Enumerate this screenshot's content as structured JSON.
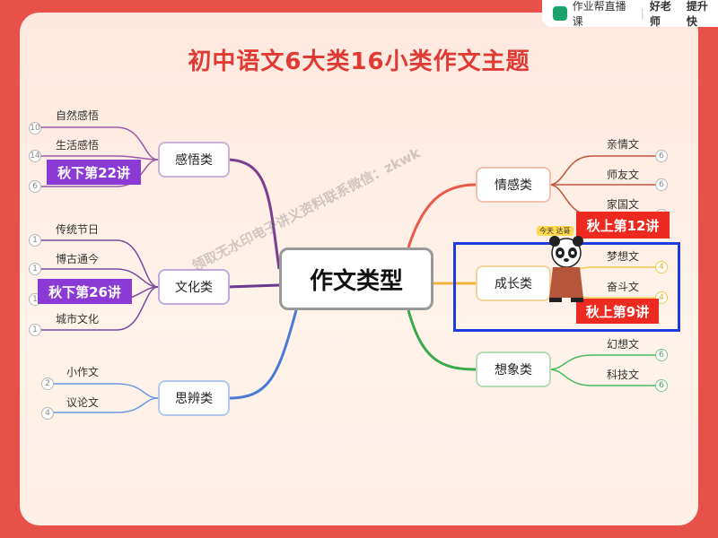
{
  "brand": {
    "name": "作业帮直播课",
    "sub1": "好老师",
    "sub2": "提升快"
  },
  "title": "初中语文6大类16小类作文主题",
  "center": "作文类型",
  "categories": {
    "ganwu": {
      "label": "感悟类",
      "leaves": [
        {
          "text": "自然感悟",
          "badge": "10"
        },
        {
          "text": "生活感悟",
          "badge": "14"
        },
        {
          "text": "",
          "badge": "6"
        }
      ],
      "tag": "秋下第22讲"
    },
    "wenhua": {
      "label": "文化类",
      "leaves": [
        {
          "text": "传统节日",
          "badge": "1"
        },
        {
          "text": "博古通今",
          "badge": "1"
        },
        {
          "text": "",
          "badge": "1"
        },
        {
          "text": "城市文化",
          "badge": "1"
        }
      ],
      "tag": "秋下第26讲"
    },
    "sibian": {
      "label": "思辨类",
      "leaves": [
        {
          "text": "小作文",
          "badge": "2"
        },
        {
          "text": "议论文",
          "badge": "4"
        }
      ]
    },
    "qinggan": {
      "label": "情感类",
      "leaves": [
        {
          "text": "亲情文",
          "badge": "6"
        },
        {
          "text": "师友文",
          "badge": "6"
        },
        {
          "text": "家国文",
          "badge": "6"
        }
      ],
      "tag": "秋上第12讲"
    },
    "chengzhang": {
      "label": "成长类",
      "leaves": [
        {
          "text": "梦想文",
          "badge": "4"
        },
        {
          "text": "奋斗文",
          "badge": "4"
        }
      ],
      "tag": "秋上第9讲"
    },
    "xiangxiang": {
      "label": "想象类",
      "leaves": [
        {
          "text": "幻想文",
          "badge": "6"
        },
        {
          "text": "科技文",
          "badge": "6"
        }
      ]
    }
  },
  "streamer_label": "今天 达哥",
  "watermark": "领取无水印电子讲义资料联系微信：zkwk",
  "colors": {
    "background": "#e8504a",
    "title": "#e03a34",
    "purple": "#8b3ad6",
    "red": "#ec2a1f",
    "highlight": "#1a3ce0"
  }
}
